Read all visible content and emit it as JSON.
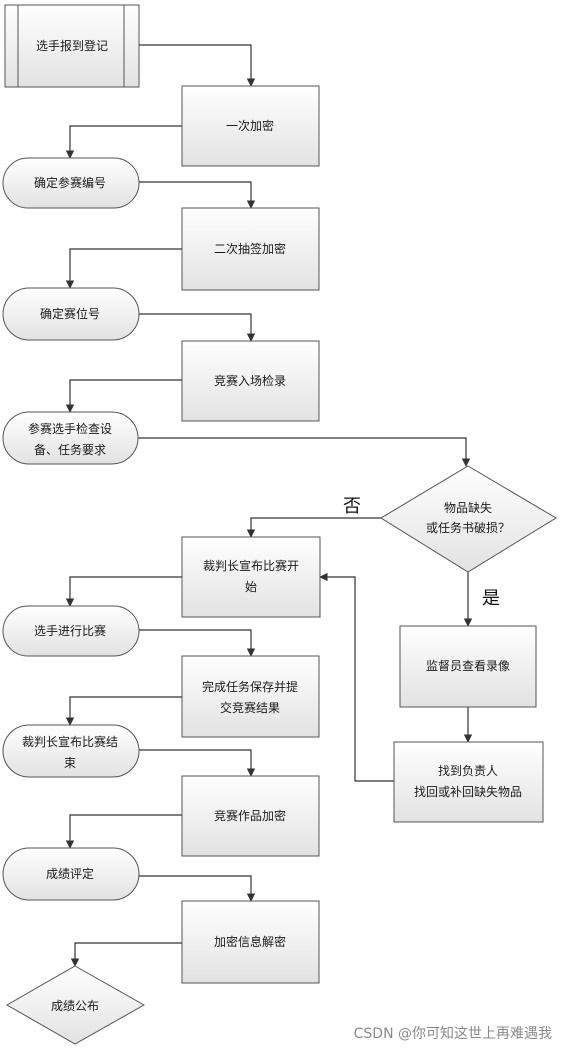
{
  "nodes": {
    "register": "选手报到登记",
    "enc1": "一次加密",
    "confirm_id": "确定参赛编号",
    "enc2": "二次抽签加密",
    "seat": "确定赛位号",
    "entry_check": "竞赛入场检录",
    "inspect": [
      "参赛选手检查设",
      "备、任务要求"
    ],
    "decision": [
      "物品缺失",
      "或任务书破损？"
    ],
    "start": [
      "裁判长宣布比赛开",
      "始"
    ],
    "review": "监督员查看录像",
    "resolve": [
      "找到负责人",
      "找回或补回缺失物品"
    ],
    "compete": "选手进行比赛",
    "submit": [
      "完成任务保存并提",
      "交竞赛结果"
    ],
    "end": [
      "裁判长宣布比赛结",
      "束"
    ],
    "enc_work": "竞赛作品加密",
    "grading": "成绩评定",
    "decrypt": "加密信息解密",
    "publish": "成绩公布"
  },
  "edge_labels": {
    "no": "否",
    "yes": "是"
  },
  "watermark": "CSDN @你可知这世上再难遇我",
  "colors": {
    "box_fill_top": "#ffffff",
    "box_fill_bottom": "#e4e4e4",
    "stroke": "#555555",
    "arrow": "#333333"
  }
}
